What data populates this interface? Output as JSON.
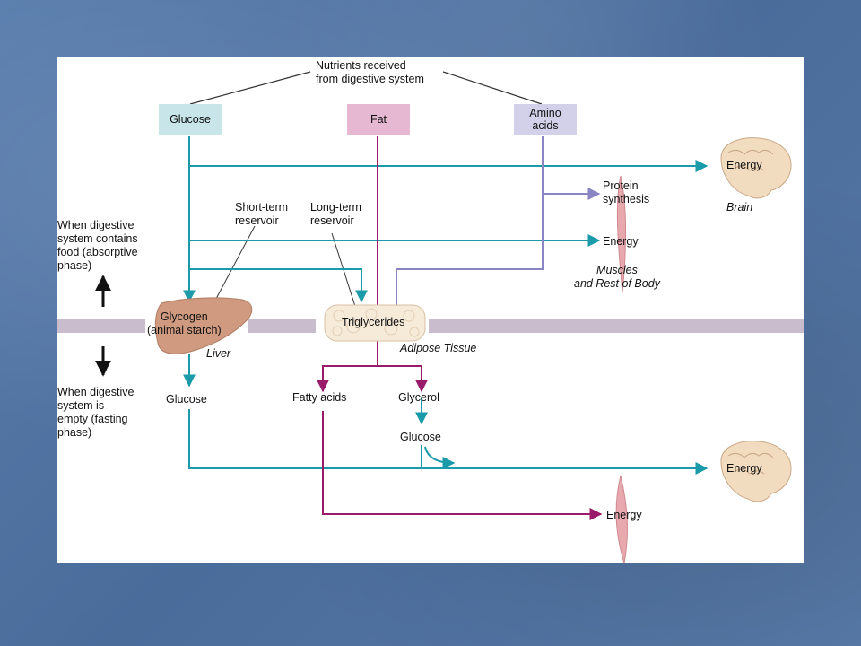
{
  "colors": {
    "teal": "#1b9aaa",
    "magenta": "#9a1b6a",
    "lavender": "#8a86c4",
    "bar": "#c9bccd",
    "glucose_box": "#c8e6ea",
    "fat_box": "#e6b8d2",
    "amino_box": "#d3d0ea",
    "liver": "#cf9a80",
    "brain": "#f2dcc0",
    "muscle": "#e7a9ae"
  },
  "header": {
    "nutrients": "Nutrients received\nfrom digestive system"
  },
  "sources": {
    "glucose": "Glucose",
    "fat": "Fat",
    "amino": "Amino\nacids"
  },
  "organs": {
    "brain_energy_top": "Energy",
    "brain_label": "Brain",
    "protein_synthesis": "Protein\nsynthesis",
    "muscle_energy_top": "Energy",
    "muscles_label": "Muscles\nand Rest of Body",
    "brain_energy_bottom": "Energy",
    "muscle_energy_bottom": "Energy"
  },
  "reservoirs": {
    "short_term": "Short-term\nreservoir",
    "long_term": "Long-term\nreservoir",
    "glycogen": "Glycogen\n(animal starch)",
    "liver_label": "Liver",
    "triglycerides": "Triglycerides",
    "adipose_label": "Adipose Tissue"
  },
  "phases": {
    "absorptive": "When digestive\nsystem contains\nfood (absorptive\nphase)",
    "fasting": "When digestive\nsystem is\nempty (fasting\nphase)"
  },
  "fasting_products": {
    "glucose_liver": "Glucose",
    "fatty_acids": "Fatty acids",
    "glycerol": "Glycerol",
    "glucose_glycerol": "Glucose"
  }
}
